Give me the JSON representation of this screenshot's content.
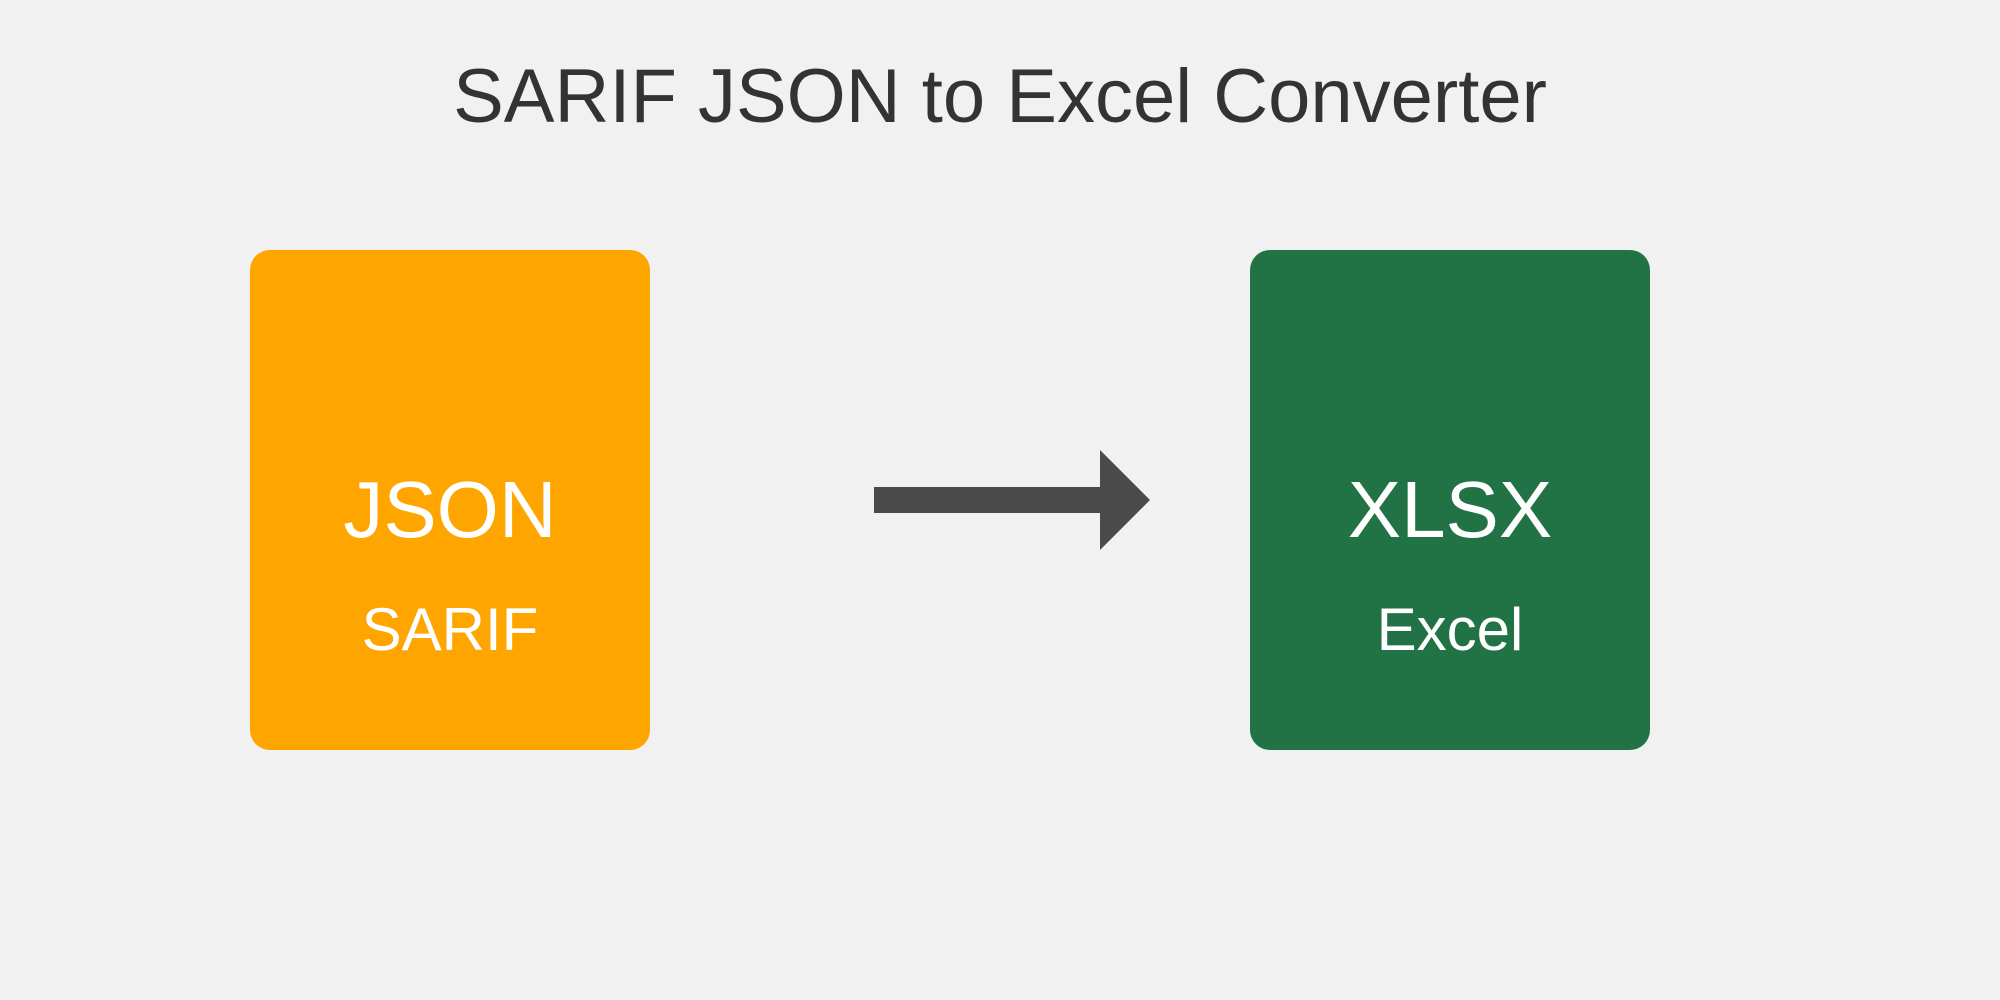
{
  "title": "SARIF JSON to Excel Converter",
  "source": {
    "format": "JSON",
    "label": "SARIF",
    "color": "#FFA500"
  },
  "target": {
    "format": "XLSX",
    "label": "Excel",
    "color": "#217346"
  },
  "arrow": {
    "icon": "right-arrow-icon",
    "color": "#4A4A4A"
  },
  "background_color": "#F1F1F1"
}
